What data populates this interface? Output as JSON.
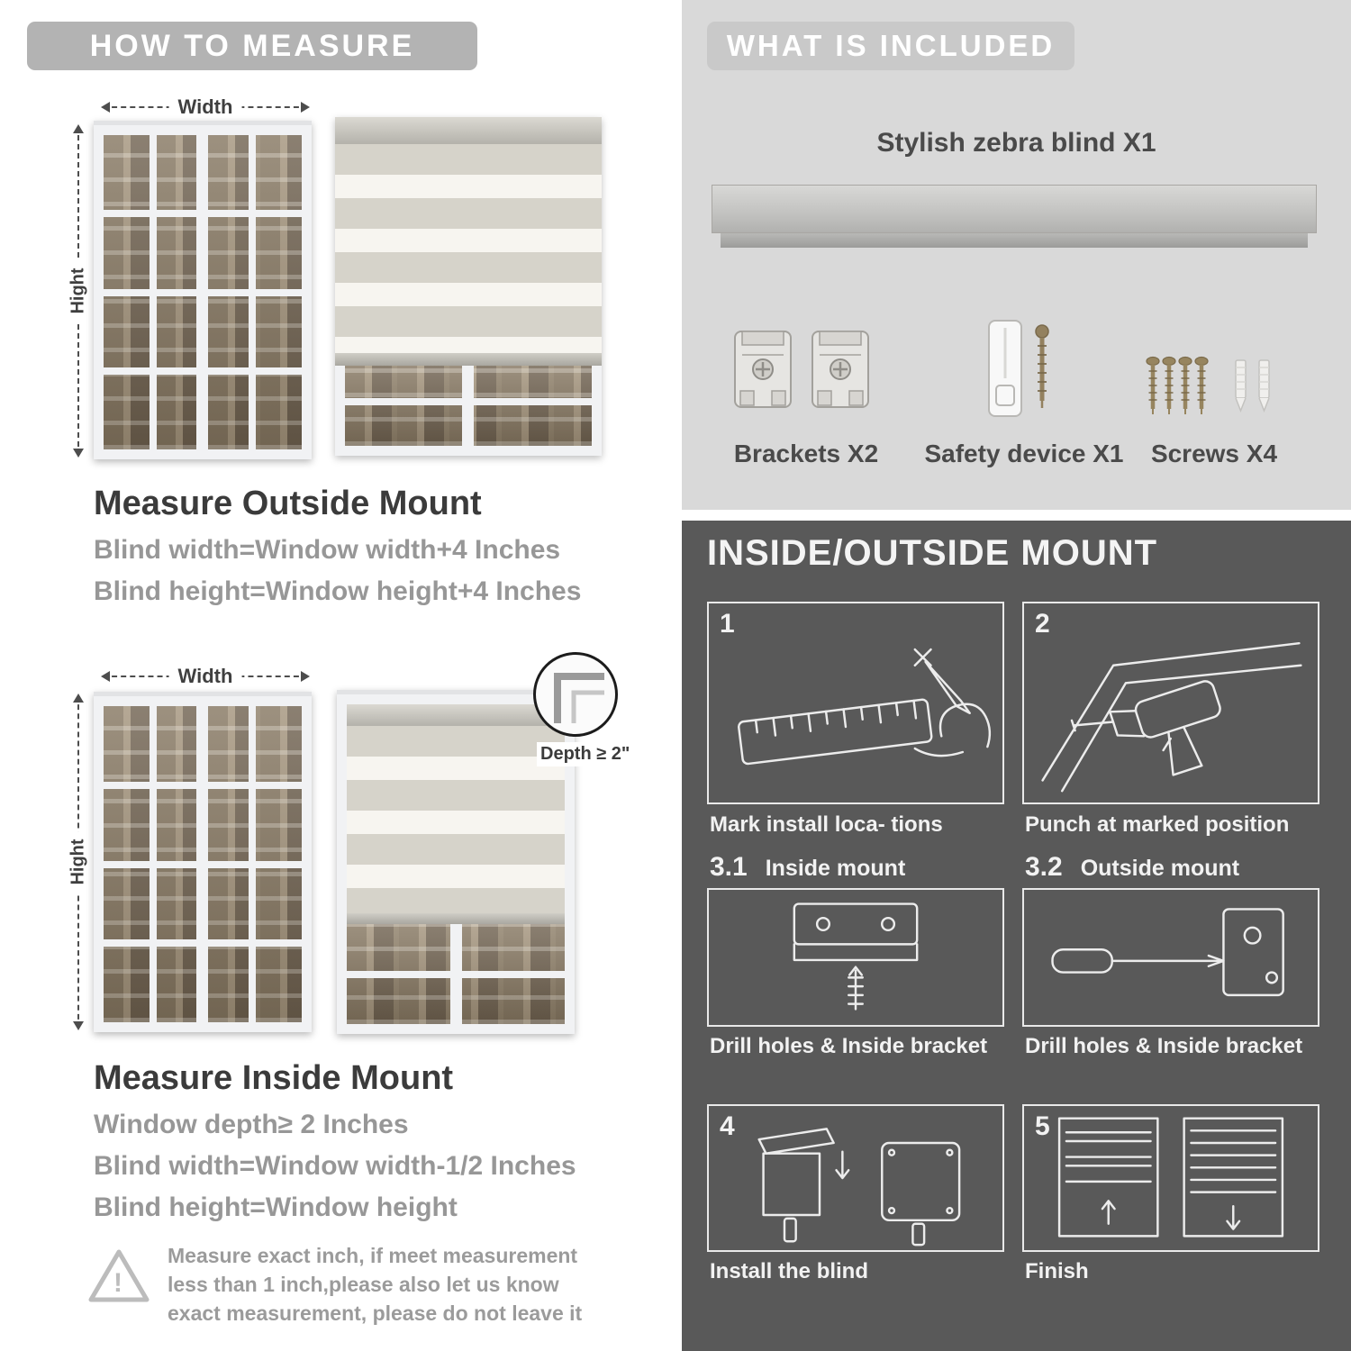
{
  "left": {
    "header": "HOW TO MEASURE",
    "outside": {
      "width_label": "Width",
      "height_label": "Hight",
      "title": "Measure Outside Mount",
      "lines": [
        "Blind width=Window width+4 Inches",
        "Blind height=Window height+4 Inches"
      ]
    },
    "inside": {
      "width_label": "Width",
      "height_label": "Hight",
      "depth_label": "Depth ≥ 2\"",
      "title": "Measure Inside Mount",
      "lines": [
        "Window depth≥ 2 Inches",
        "Blind width=Window width-1/2 Inches",
        "Blind height=Window height"
      ]
    },
    "warning": {
      "glyph": "!",
      "text": "Measure exact inch, if meet measurement less than 1 inch,please also let us know exact measurement, please do not leave it"
    }
  },
  "included": {
    "header": "WHAT IS INCLUDED",
    "blind_label": "Stylish zebra blind X1",
    "items": [
      {
        "name": "brackets",
        "label": "Brackets X2"
      },
      {
        "name": "safety-device",
        "label": "Safety device X1"
      },
      {
        "name": "screws",
        "label": "Screws X4"
      }
    ]
  },
  "mount": {
    "header": "INSIDE/OUTSIDE MOUNT",
    "steps": [
      {
        "num": "1",
        "sub": "",
        "caption": "Mark install loca- tions"
      },
      {
        "num": "2",
        "sub": "",
        "caption": "Punch at  marked position"
      },
      {
        "num": "3.1",
        "sub": "Inside mount",
        "caption": "Drill holes &  Inside bracket"
      },
      {
        "num": "3.2",
        "sub": "Outside mount",
        "caption": "Drill holes &  Inside bracket"
      },
      {
        "num": "4",
        "sub": "",
        "caption": "Install the blind"
      },
      {
        "num": "5",
        "sub": "",
        "caption": "Finish"
      }
    ]
  },
  "colors": {
    "pill_gray": "#b3b3b3",
    "light_panel": "#d9d9d9",
    "dark_panel": "#595959"
  }
}
